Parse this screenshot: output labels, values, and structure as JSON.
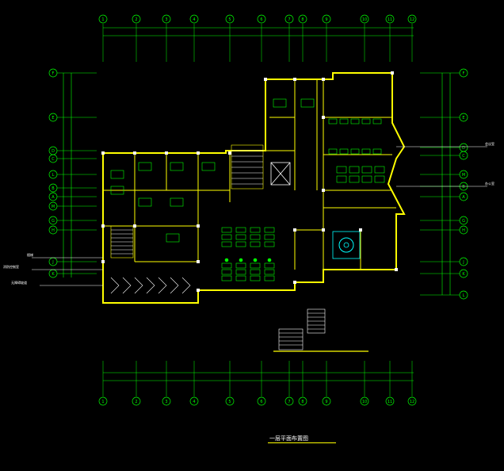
{
  "drawing": {
    "title": "一层平面布置图",
    "colors": {
      "background": "#000000",
      "walls": "#ffff00",
      "furniture": "#00ff00",
      "axis": "#00ff00",
      "columns": "#ffffff",
      "dimension": "#00ff00"
    }
  },
  "axes_top": [
    "1",
    "2",
    "3",
    "4",
    "5",
    "6",
    "7",
    "8",
    "9",
    "10",
    "11",
    "12"
  ],
  "axes_bottom": [
    "1",
    "2",
    "3",
    "4",
    "5",
    "6",
    "7",
    "8",
    "9",
    "10",
    "11",
    "12"
  ],
  "axes_left": [
    "F",
    "E",
    "D",
    "C",
    "B",
    "A",
    "G",
    "H",
    "J",
    "K",
    "L",
    "M"
  ],
  "axes_right": [
    "F",
    "E",
    "D",
    "C",
    "B",
    "A",
    "G",
    "H",
    "J",
    "K",
    "L",
    "M"
  ],
  "annotations": {
    "left_1": "楼梯",
    "left_2": "消防控制室",
    "left_3": "无障碍坡道",
    "right_1": "会议室",
    "right_2": "办公室"
  }
}
